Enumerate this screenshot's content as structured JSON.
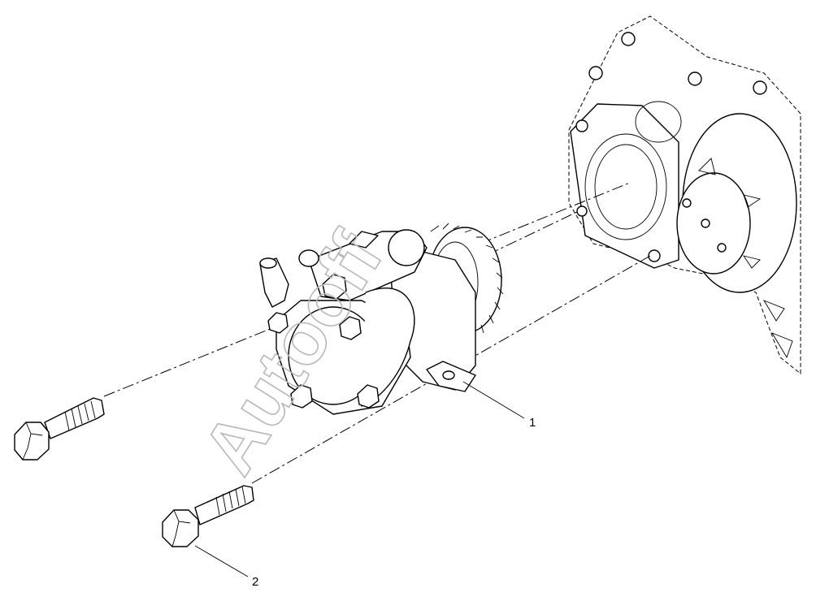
{
  "diagram": {
    "callouts": [
      {
        "id": "1",
        "text": "1"
      },
      {
        "id": "2",
        "text": "2"
      }
    ],
    "watermark": "Autooff"
  }
}
